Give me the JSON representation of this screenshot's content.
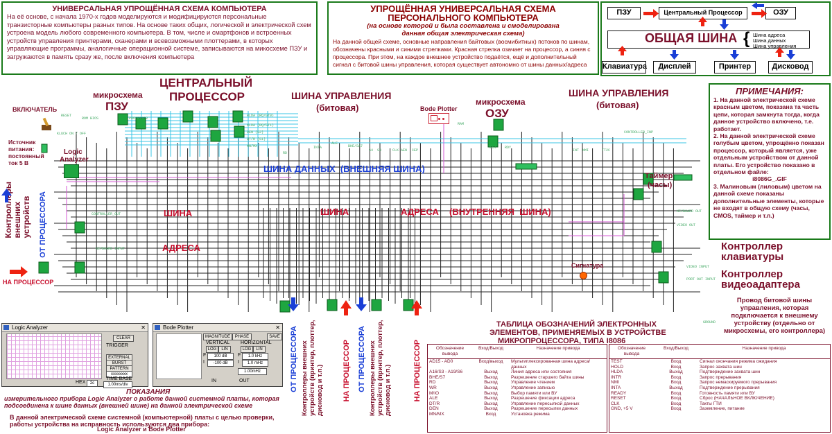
{
  "intro_box": {
    "title": "УНИВЕРСАЛЬНАЯ УПРОЩЁННАЯ СХЕМА КОМПЬЮТЕРА",
    "text": "На её основе, с начала 1970-х годов моделируются и модифицируются персональные транзисторные компьютеры разных типов. На основе таких общих, логической и электрической схем устроена модель любого современного компьютера. В том, числе и смартфонов и встроенных устройств управления принтерами, сканерами и всевозможными плоттерами, в которых управляющие программы, аналогичные операционной системе, записываются на микосхеме ПЗУ и загружаются в память сразу же, после включения компьютера"
  },
  "pc_box": {
    "title1": "УПРОЩЁННАЯ УНИВЕРСАЛЬНАЯ СХЕМА",
    "title2": "ПЕРСОНАЛЬНОГО КОМПЬЮТЕРА",
    "subtitle1": "(на основе которой и была составлена и смоделирована",
    "subtitle2": "данная общая электрическая схема)",
    "text": "На данной общей схеме, основные направления байтовых (восмибитных) потоков по шинам, обозначены красными и синими стрелками. Красная стрелка озачает на процессор, а синяя с процессора. При этом, на каждое внешнее устройство подаётся, ещё и дополнительный сигнал с битовой шины управления, которая существует автономно от шины данных/адреса"
  },
  "block_diagram": {
    "rom": "ПЗУ",
    "cpu": "Центральный Процессор",
    "ram": "ОЗУ",
    "bus": "ОБЩАЯ ШИНА",
    "bus_types": [
      "Шина адреса",
      "Шина данных",
      "Шина управления"
    ],
    "devices": [
      "Клавиатура",
      "Дисплей",
      "Принтер",
      "Дисковод"
    ]
  },
  "notes": {
    "title": "ПРИМЕЧАНИЯ:",
    "items": [
      "1. На данной электрической схеме красным цветом, показана та часть цепи, которая замкнута тогда, когда данное устройство включено, т.е. работает.",
      "2. На данной электрической схеме голубым цветом, упрощённо показан процессор, который является, уже отдельным устройством от данной платы. Его устройство показано в отдельном файле:",
      "i8086G_.GIF",
      "3. Малиновым (лиловым) цветом на данной схеме показаны дополнительные элементы, которые не входят в общую схему (часы, CMOS, таймер и т.п.)"
    ]
  },
  "schematic": {
    "cpu_title1": "ЦЕНТРАЛЬНЫЙ",
    "cpu_title2": "ПРОЦЕССОР",
    "rom_title1": "микросхема",
    "rom_title2": "ПЗУ",
    "ram_title1": "микросхема",
    "ram_title2": "ОЗУ",
    "ctrl_bus_left1": "ШИНА УПРАВЛЕНИЯ",
    "ctrl_bus_left2": "(битовая)",
    "ctrl_bus_right1": "ШИНА УПРАВЛЕНИЯ",
    "ctrl_bus_right2": "(битовая)",
    "data_bus": "ШИНА ДАННЫХ  (ВНЕШНЯЯ ШИНА)",
    "bus1": "ШИНА",
    "address1": "АДРЕСА",
    "bus2": "ШИНА",
    "address2": "АДРЕСА",
    "internal_bus": "(ВНУТРЕННЯЯ  ШИНА)",
    "switch": "ВКЛЮЧАТЕЛЬ",
    "power1": "Источник",
    "power2": "питания:",
    "power3": "постоянный",
    "power4": "ток 5 В",
    "logic_analyzer1": "Logic",
    "logic_analyzer2": "Analyzer",
    "bode_plotter": "Bode Plotter",
    "timer1": "Таймер",
    "timer2": "(часы)",
    "signature": "Сигнатура",
    "keyboard_ctrl1": "Контроллер",
    "keyboard_ctrl2": "клавиатуры",
    "video_ctrl1": "Контроллер",
    "video_ctrl2": "видеоадаптера",
    "ext_ctrl1": "Контроллеры",
    "ext_ctrl2": "внешних",
    "ext_ctrl3": "устройств",
    "from_cpu": "ОТ ПРОЦЕССОРА",
    "to_cpu": "НА ПРОЦЕССОР",
    "wire_note": "Провод битовой шины управления, которая подключается к внешнему устройству (отдельно от микросхемы, его контроллера)",
    "printer_ctrl": "Контроллеры внешних устройств (принтер, плоттер, дисковод и т.п.)",
    "bottom_from": "ОТ ПРОЦЕССОРА",
    "bottom_to": "НА ПРОЦЕССОР"
  },
  "signal_labels": [
    "RESET",
    "ROM BIOS",
    "PROCESSOR",
    "KLUCH ON / OFF",
    "HLDA (RQ/GT0)",
    "NLDA (RQ/GT1)",
    "DEN (S2)",
    "DT/R (S1)",
    "MN/MX",
    "RD",
    "INTA",
    "ALE",
    "BHE/SA7",
    "S4",
    "S3",
    "CLK",
    "AEN",
    "CEP",
    "RAM",
    "TEST",
    "RDY",
    "INT",
    "NMI",
    "TT2C",
    "CONTROLLER_INP",
    "CONTROLLER_OUT",
    "KEYBOARD INPUT",
    "KEYBOARD OUT",
    "VIDEO OUT",
    "VIDEO INPUT",
    "PORT OUT INPUT",
    "GROUND"
  ],
  "logic_window": {
    "title": "Logic Analyzer",
    "clear": "CLEAR",
    "trigger": "TRIGGER",
    "external": "EXTERNAL",
    "burst": "BURST",
    "pattern": "PATTERN",
    "pattern_value": "xxxxxxxx",
    "time_base": "TIME BASE",
    "time_value": "1.00ms/div",
    "hex": "HEX",
    "hex_value": "2c"
  },
  "bode_window": {
    "title": "Bode Plotter",
    "magnitude": "MAGNITUDE",
    "phase": "PHASE",
    "save": "SAVE",
    "vertical": "VERTICAL",
    "horizontal": "HORIZONTAL",
    "log": "LOG",
    "lin": "LIN",
    "f1": "F",
    "i1": "I",
    "v1": "100 dB",
    "v2": "-100 dB",
    "h1": "1.0 kHz",
    "h2": "1.0 mHz",
    "freq": "1.00mHz",
    "in": "IN",
    "out": "OUT"
  },
  "caption": {
    "title": "ПОКАЗАНИЯ",
    "text": "измерительного прибора Logic Analyzer о работе данной системной платы, которая подсоединена к шине данных (внешней шине) на данной электрической схеме",
    "text2": "В данной электрической схеме системной (компьютерной) платы с целью проверки, работы устройства на исправность используются два прибора:",
    "text3": "Logic Analyzer и Bode Plotter"
  },
  "table": {
    "title1": "ТАБЛИЦА ОБОЗНАЧЕНИЙ ЭЛЕКТРОННЫХ",
    "title2": "ЭЛЕМЕНТОВ, ПРИМЕНЯЕМЫХ В УСТРОЙСТВЕ",
    "title3": "МИКРОПРОЦЕССОРА,  ТИПА  I8086",
    "headers": [
      "Обозначение вывода",
      "Вход/Выход",
      "Назначение привода"
    ],
    "left_rows": [
      [
        "AD15 - AD0",
        "Вход/выход",
        "Мультиплексированная шина адреса/данных"
      ],
      [
        "A16/S3 - A19/S6",
        "Выход",
        "Линия адреса или состояния"
      ],
      [
        "BHE/S7",
        "Выход",
        "Разрешение старшего байта шины"
      ],
      [
        "RD",
        "Выход",
        "Управление  чтением"
      ],
      [
        "WR",
        "Выход",
        "Управление  записью"
      ],
      [
        "M/IO",
        "Выход",
        "Выбор памяти  или  ВУ"
      ],
      [
        "ALE",
        "Выход",
        "Разрешение фиксации адреса"
      ],
      [
        "DT/R",
        "Выход",
        "Управление пересылкой данных"
      ],
      [
        "DEN",
        "Выход",
        "Разрешение пересылки данных"
      ],
      [
        "MN/MX",
        "Вход",
        "Установка  режима"
      ]
    ],
    "right_rows": [
      [
        "TEST",
        "Вход",
        "Сигнал окончания режима ожидания"
      ],
      [
        "HOLD",
        "Вход",
        "Запрос  захвата  шин"
      ],
      [
        "HLDA",
        "Выход",
        "Подтверждение  захвата шин"
      ],
      [
        "INTR",
        "Вход",
        "Запрос прерывания"
      ],
      [
        "NMI",
        "Вход",
        "Запрос немаскируемого прерывания"
      ],
      [
        "INTA",
        "Выход",
        "Подтверждение прерывания"
      ],
      [
        "READY",
        "Вход",
        "Готовность  памяти  или  ВУ"
      ],
      [
        "RESET",
        "Вход",
        "Сброс  (НАЧАЛЬНОЕ  ВКЛЮЧЕНИЕ)"
      ],
      [
        "CLK",
        "Вход",
        "Такты  ГТИ"
      ],
      [
        "GND, +5 V",
        "Вход",
        "Заземление,  питание"
      ]
    ]
  }
}
